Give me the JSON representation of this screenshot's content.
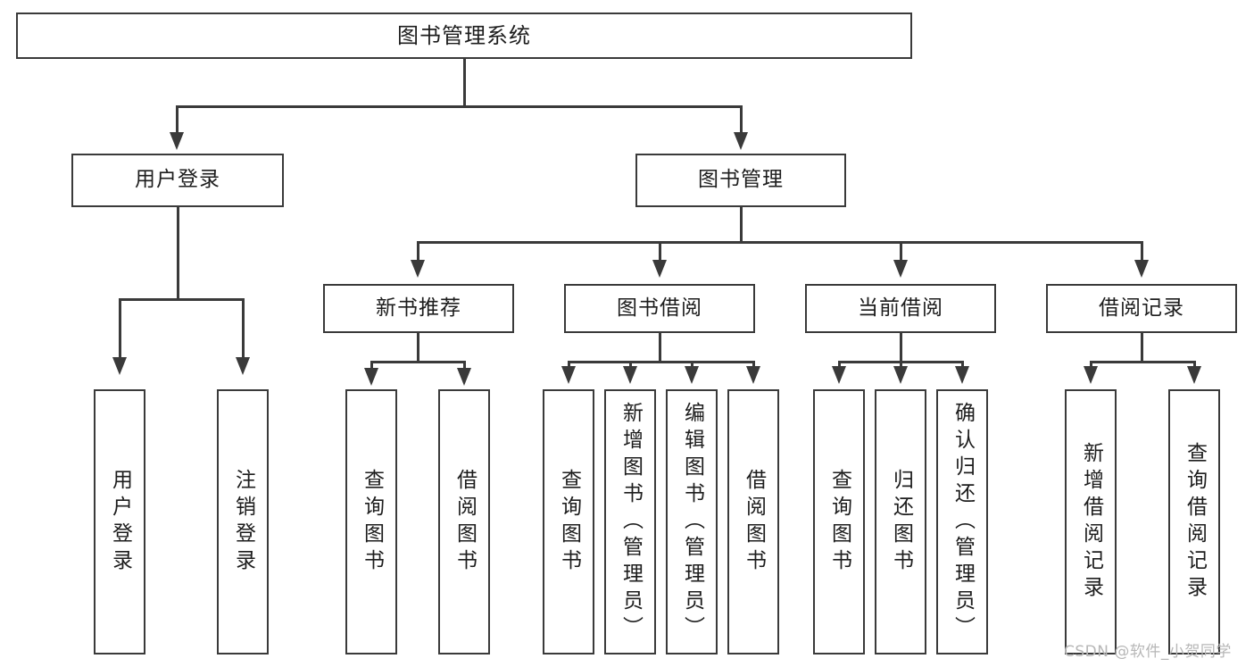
{
  "diagram": {
    "title": "图书管理系统",
    "type": "tree-hierarchy-chart",
    "root": {
      "label": "图书管理系统"
    },
    "level2": [
      {
        "label": "用户登录"
      },
      {
        "label": "图书管理"
      }
    ],
    "level3": [
      {
        "label": "新书推荐"
      },
      {
        "label": "图书借阅"
      },
      {
        "label": "当前借阅"
      },
      {
        "label": "借阅记录"
      }
    ],
    "leaves": {
      "user_login": [
        {
          "label": "用户登录"
        },
        {
          "label": "注销登录"
        }
      ],
      "new_book_recommend": [
        {
          "label": "查询图书"
        },
        {
          "label": "借阅图书"
        }
      ],
      "book_borrow": [
        {
          "label": "查询图书"
        },
        {
          "label": "新增图书（管理员）"
        },
        {
          "label": "编辑图书（管理员）"
        },
        {
          "label": "借阅图书"
        }
      ],
      "current_borrow": [
        {
          "label": "查询图书"
        },
        {
          "label": "归还图书"
        },
        {
          "label": "确认归还（管理员）"
        }
      ],
      "borrow_record": [
        {
          "label": "新增借阅记录"
        },
        {
          "label": "查询借阅记录"
        }
      ]
    }
  },
  "watermark": {
    "text": "CSDN @软件_小贺同学"
  },
  "colors": {
    "stroke": "#3a3a3a",
    "fill": "#ffffff",
    "text": "#1d1d1d",
    "watermark": "#b7b7b7"
  }
}
